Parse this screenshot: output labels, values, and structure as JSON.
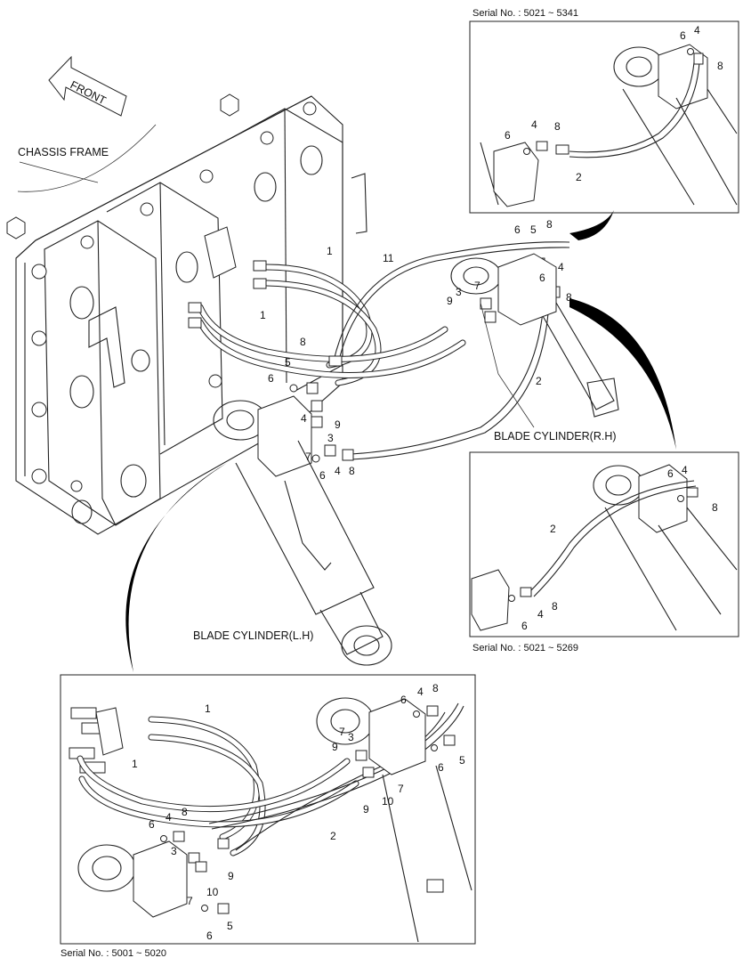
{
  "labels": {
    "front": "FRONT",
    "chassis": "CHASSIS FRAME",
    "blade_rh": "BLADE CYLINDER(R.H)",
    "blade_lh": "BLADE CYLINDER(L.H)"
  },
  "serials": {
    "top_right": "Serial No. : 5021 ~ 5341",
    "mid_right": "Serial No. : 5021 ~ 5269",
    "bottom": "Serial No. : 5001 ~ 5020"
  },
  "callouts": {
    "n1": "1",
    "n2": "2",
    "n3": "3",
    "n4": "4",
    "n5": "5",
    "n6": "6",
    "n7": "7",
    "n8": "8",
    "n9": "9",
    "n10": "10",
    "n11": "11"
  },
  "colors": {
    "ink": "#222222",
    "arc": "#000000",
    "paper": "#ffffff"
  }
}
